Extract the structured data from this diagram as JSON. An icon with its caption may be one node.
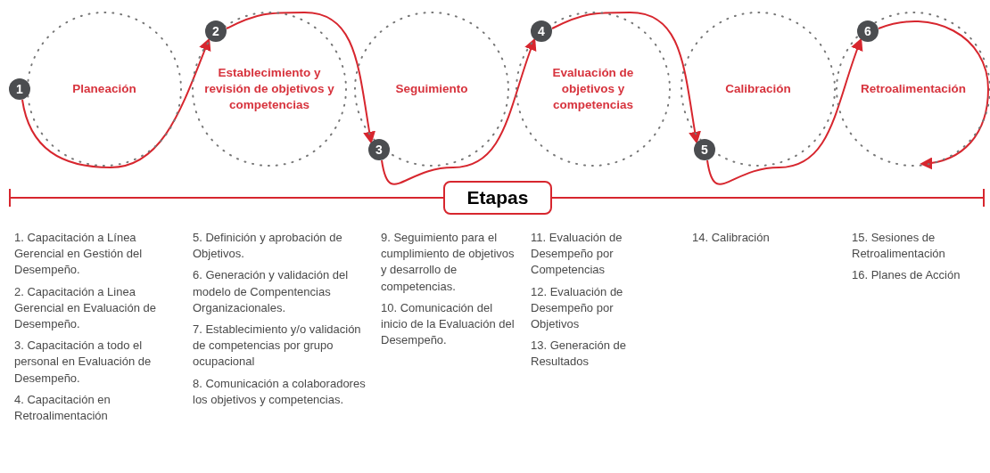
{
  "diagram": {
    "nodes": [
      {
        "text": [
          "Planeación"
        ]
      },
      {
        "text": [
          "Establecimiento y revisión de objetivos y competencias"
        ]
      },
      {
        "text": [
          "Seguimiento"
        ]
      },
      {
        "text": [
          "Evaluación de objetivos y competencias"
        ]
      },
      {
        "text": [
          "Calibración"
        ]
      },
      {
        "text": [
          "Retroalimentación"
        ]
      },
      {
        "text": [
          "1"
        ]
      },
      {
        "text": [
          "2"
        ]
      },
      {
        "text": [
          "3"
        ]
      },
      {
        "text": [
          "4"
        ]
      },
      {
        "text": [
          "5"
        ]
      },
      {
        "text": [
          "6"
        ]
      },
      {
        "text": [
          "Etapas"
        ]
      }
    ],
    "edges": [
      {
        "from": 6,
        "to": 7,
        "arrow": "to"
      },
      {
        "from": 7,
        "to": 8,
        "arrow": "to"
      },
      {
        "from": 8,
        "to": 9,
        "arrow": "to"
      },
      {
        "from": 9,
        "to": 10,
        "arrow": "to"
      },
      {
        "from": 10,
        "to": 11,
        "arrow": "to"
      },
      {
        "from": 11,
        "to": null,
        "arrow": "to"
      }
    ],
    "labels": [
      "1. Capacitación a Línea Gerencial en Gestión del Desempeño.",
      "2. Capacitación a Linea Gerencial en Evaluación de Desempeño.",
      "3. Capacitación a todo el personal en Evaluación de Desempeño.",
      "4. Capacitación en Retroalimentación",
      "5. Definición y aprobación de Objetivos.",
      "6. Generación y validación del modelo de Compentencias Organizacionales.",
      "7. Establecimiento y/o validación de competencias por grupo ocupacional",
      "8. Comunicación a colaboradores los objetivos y competencias.",
      "9. Seguimiento para el cumplimiento de objetivos y desarrollo de competencias.",
      "10. Comunicación del inicio de la Evaluación del Desempeño.",
      "11. Evaluación de Desempeño por Competencias",
      "12. Evaluación de Desempeño por Objetivos",
      "13. Generación de Resultados",
      "14. Calibración",
      "15. Sesiones de Retroalimentación",
      "16. Planes de Acción"
    ]
  }
}
